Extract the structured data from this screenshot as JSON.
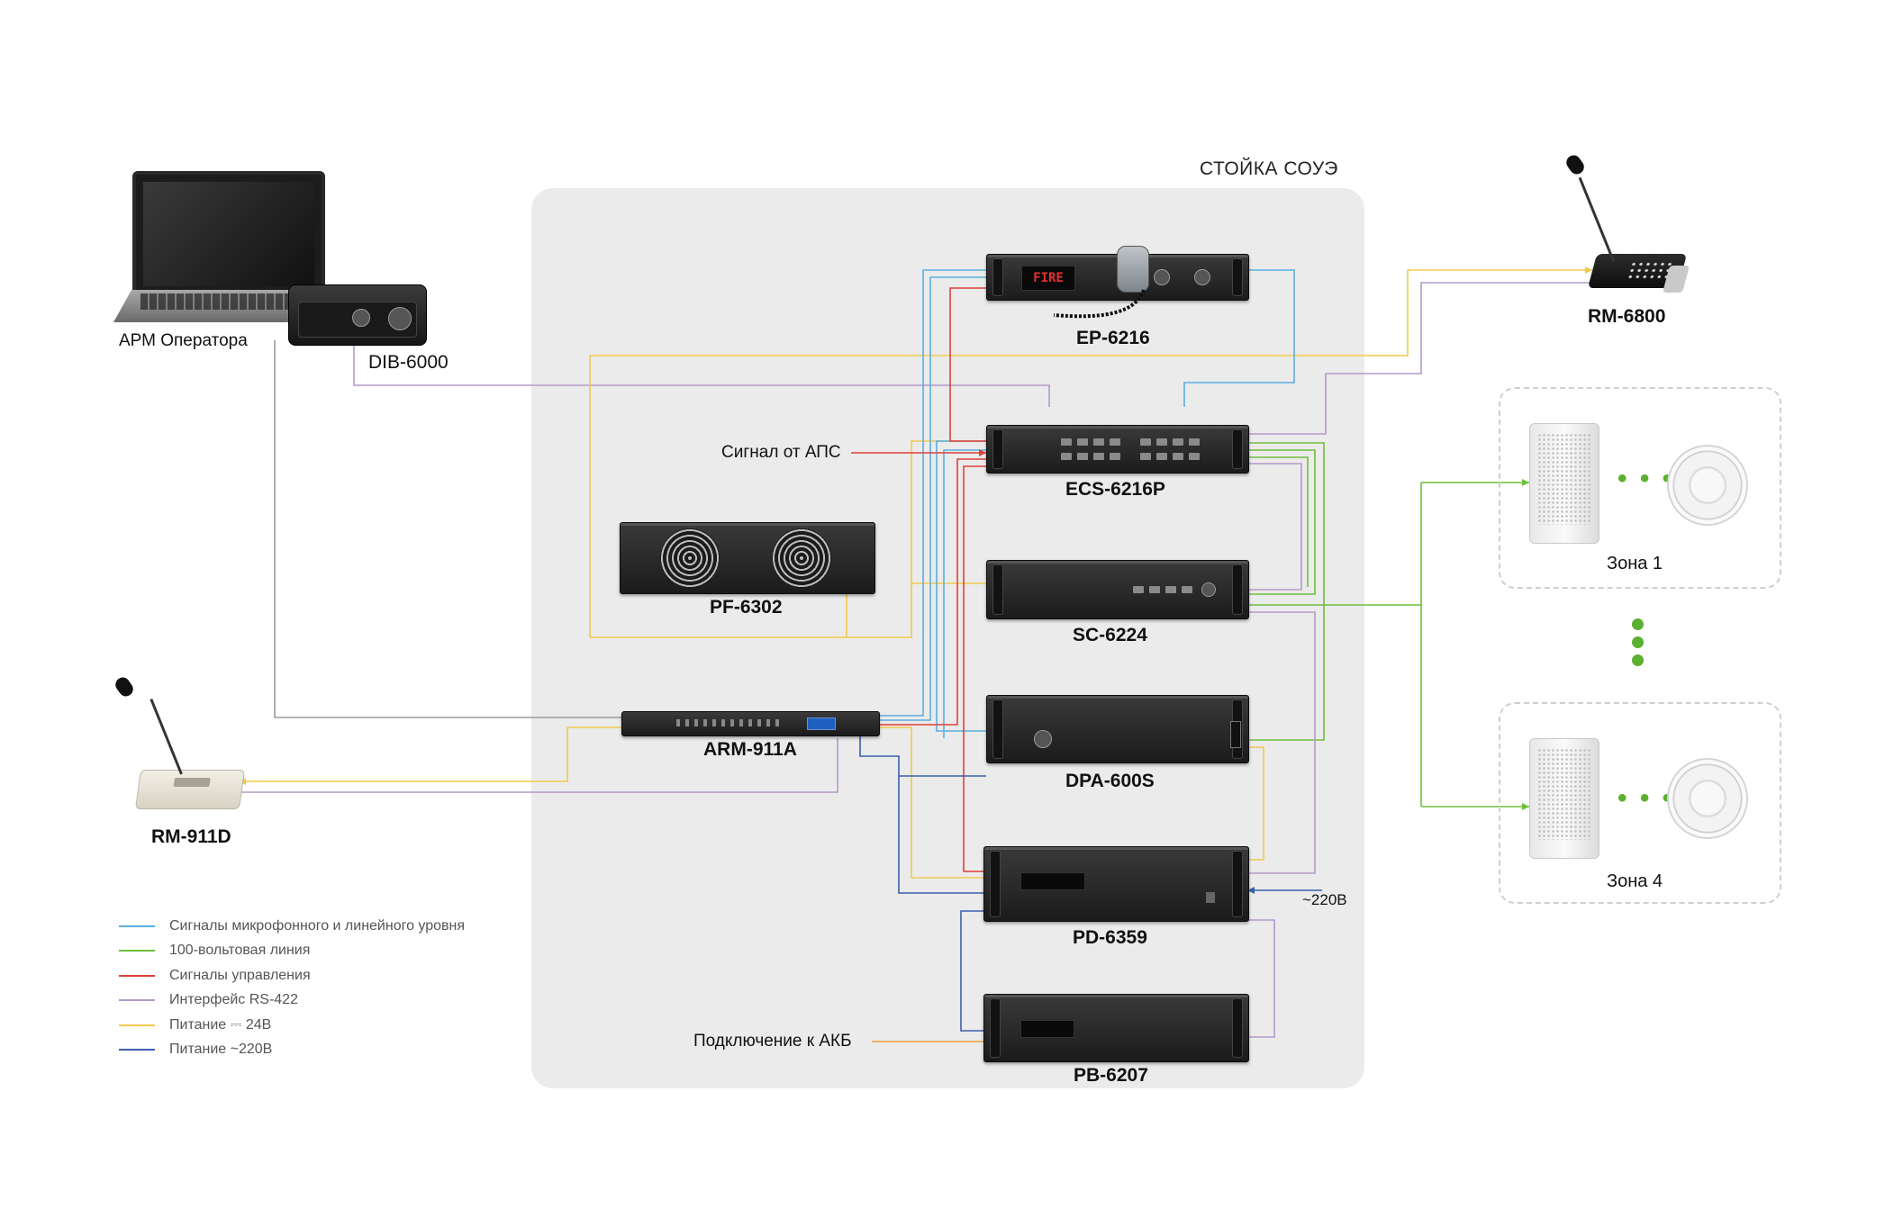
{
  "rack": {
    "title": "СТОЙКА СОУЭ"
  },
  "devices": {
    "arm_operator": "АРМ Оператора",
    "dib6000": "DIB-6000",
    "ep6216": "EP-6216",
    "ep6216_display": "FIRE",
    "rm6800": "RM-6800",
    "ecs6216p": "ECS-6216P",
    "pf6302": "PF-6302",
    "sc6224": "SC-6224",
    "arm911a": "ARM-911A",
    "dpa600s": "DPA-600S",
    "rm911d": "RM-911D",
    "pd6359": "PD-6359",
    "pb6207": "PB-6207"
  },
  "annotations": {
    "aps_signal": "Сигнал от АПС",
    "battery": "Подключение к АКБ",
    "mains": "~220В"
  },
  "zones": {
    "zone1": "Зона 1",
    "zone4": "Зона 4",
    "ellipsis": "• • •"
  },
  "legend": [
    {
      "label": "Сигналы микрофонного и линейного уровня",
      "color": "#5aaee0"
    },
    {
      "label": "100-вольтовая линия",
      "color": "#6cbf3a"
    },
    {
      "label": "Сигналы управления",
      "color": "#e0403a"
    },
    {
      "label": "Интерфейс RS-422",
      "color": "#b49ac8"
    },
    {
      "label": "Питание ⎓ 24В",
      "color": "#f2c94c"
    },
    {
      "label": "Питание ~220В",
      "color": "#3a5fb0"
    }
  ],
  "colors": {
    "mic_line": "#5aaee0",
    "v100": "#6cbf3a",
    "control": "#e0403a",
    "rs422": "#b49ac8",
    "dc24": "#f2c94c",
    "ac220": "#3a5fb0",
    "grey": "#9a9a9a",
    "orange": "#f0a040"
  }
}
